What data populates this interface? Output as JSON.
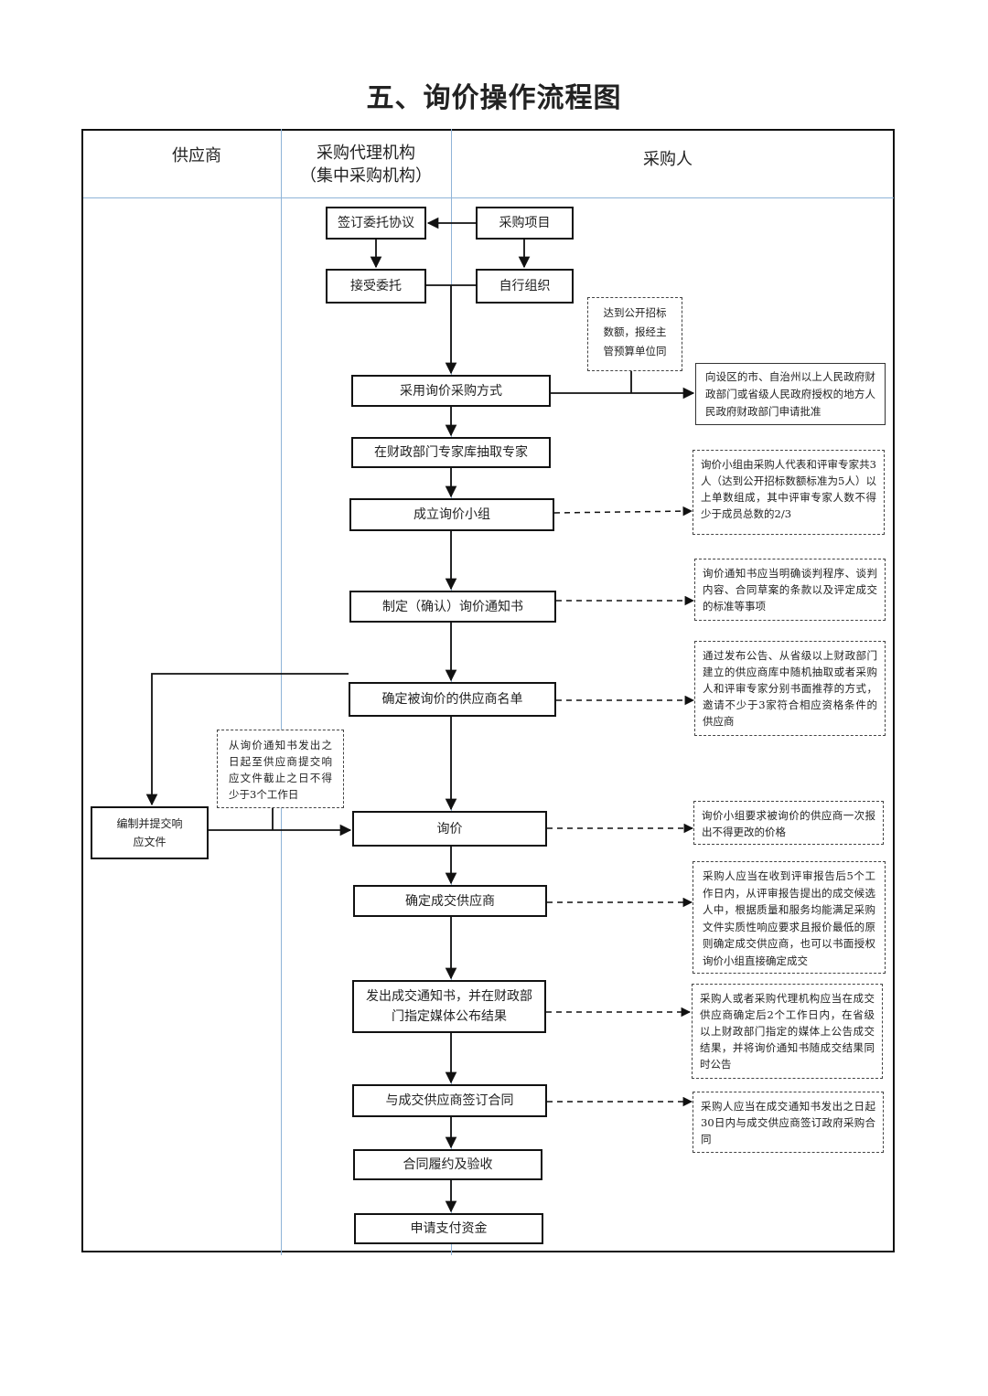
{
  "title": "五、询价操作流程图",
  "lanes": {
    "supplier": "供应商",
    "agency_line1": "采购代理机构",
    "agency_line2": "（集中采购机构）",
    "purchaser": "采购人"
  },
  "steps": {
    "sign_agreement": "签订委托协议",
    "purchase_project": "采购项目",
    "accept_commission": "接受委托",
    "self_organize": "自行组织",
    "adopt_inquiry": "采用询价采购方式",
    "draw_experts": "在财政部门专家库抽取专家",
    "form_group": "成立询价小组",
    "make_notice": "制定（确认）询价通知书",
    "confirm_list": "确定被询价的供应商名单",
    "prepare_response": "编制并提交响应文件",
    "inquiry": "询价",
    "determine_supplier": "确定成交供应商",
    "issue_notice": "发出成交通知书，并在财政部门指定媒体公布结果",
    "sign_contract": "与成交供应商签订合同",
    "perform_accept": "合同履约及验收",
    "apply_payment": "申请支付资金"
  },
  "notes": {
    "threshold": "达到公开招标数额，报经主管预算单位同",
    "approval": "向设区的市、自治州以上人民政府财政部门或省级人民政府授权的地方人民政府财政部门申请批准",
    "group_members": "询价小组由采购人代表和评审专家共3人（达到公开招标数额标准为5人）以上单数组成，其中评审专家人数不得少于成员总数的2/3",
    "notice_content": "询价通知书应当明确谈判程序、谈判内容、合同草案的条款以及评定成交的标准等事项",
    "supplier_selection": "通过发布公告、从省级以上财政部门建立的供应商库中随机抽取或者采购人和评审专家分别书面推荐的方式，邀请不少于3家符合相应资格条件的供应商",
    "deadline": "从询价通知书发出之日起至供应商提交响应文件截止之日不得少于3个工作日",
    "one_quote": "询价小组要求被询价的供应商一次报出不得更改的价格",
    "determine_rule": "采购人应当在收到评审报告后5个工作日内，从评审报告提出的成交候选人中，根据质量和服务均能满足采购文件实质性响应要求且报价最低的原则确定成交供应商，也可以书面授权询价小组直接确定成交",
    "publish_rule": "采购人或者采购代理机构应当在成交供应商确定后2个工作日内，在省级以上财政部门指定的媒体上公告成交结果，并将询价通知书随成交结果同时公告",
    "contract_rule": "采购人应当在成交通知书发出之日起30日内与成交供应商签订政府采购合同"
  }
}
